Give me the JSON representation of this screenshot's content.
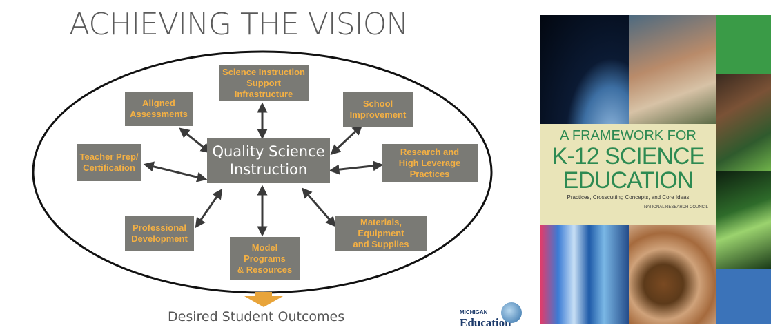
{
  "title": "ACHIEVING THE VISION",
  "center": "Quality Science\nInstruction",
  "nodes": {
    "support": "Science Instruction\nSupport Infrastructure",
    "school": "School\nImprovement",
    "research": "Research and\nHigh Leverage Practices",
    "materials": "Materials, Equipment\nand Supplies",
    "model": "Model Programs\n& Resources",
    "pd": "Professional\nDevelopment",
    "teacher": "Teacher Prep/\nCertification",
    "assessments": "Aligned\nAssessments"
  },
  "outcomes": "Desired Student Outcomes",
  "logo": {
    "line1": "MICHIGAN",
    "line2": "Education"
  },
  "book": {
    "line1": "A FRAMEWORK FOR",
    "line2": "K-12 SCIENCE",
    "line3": "EDUCATION",
    "subtitle": "Practices, Crosscutting Concepts, and Core Ideas",
    "publisher": "NATIONAL RESEARCH COUNCIL"
  },
  "colors": {
    "box": "#7a7a75",
    "box_text": "#f4b043",
    "outcome_arrow": "#e8a43a",
    "book_green": "#2d8a52",
    "tile_green": "#3a9b47",
    "tile_blue": "#3b73b9"
  }
}
